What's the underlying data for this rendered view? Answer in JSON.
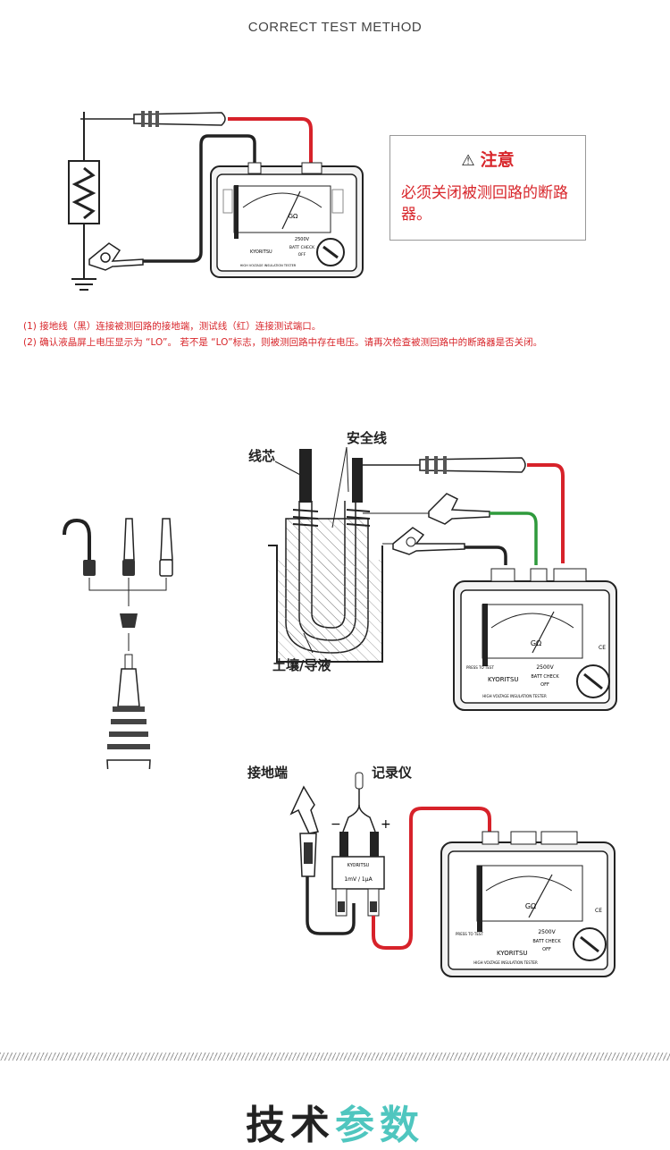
{
  "header": {
    "title": "CORRECT TEST METHOD"
  },
  "warning": {
    "title": "注意",
    "body": "必须关闭被测回路的断路器。"
  },
  "notes": [
    "(1) 接地线（黑）连接被测回路的接地端，测试线（红）连接测试端口。",
    "(2) 确认液晶屏上电压显示为 “LO”。 若不是 “LO”标志，则被测回路中存在电压。请再次检查被测回路中的断路器是否关闭。"
  ],
  "diagram2": {
    "label_core": "线芯",
    "label_guard": "安全线",
    "label_soil": "土壤/导液"
  },
  "diagram3": {
    "label_ground": "接地端",
    "label_recorder": "记录仪",
    "adapter_text": "1mV / 1μA"
  },
  "tester": {
    "voltage": "2500V",
    "batt_check": "BATT CHECK",
    "off": "OFF",
    "unit": "GΩ",
    "brand": "KYORITSU",
    "model_strip": "HIGH VOLTAGE INSULATION TESTER",
    "press_to_test": "PRESS TO TEST",
    "ce": "CE"
  },
  "footer": {
    "title_part1": "技术",
    "title_part2": "参数"
  },
  "colors": {
    "accent_red": "#d8262b",
    "lead_red": "#d7222a",
    "lead_green": "#2f9a3c",
    "footer_teal": "#4fc6bf"
  }
}
